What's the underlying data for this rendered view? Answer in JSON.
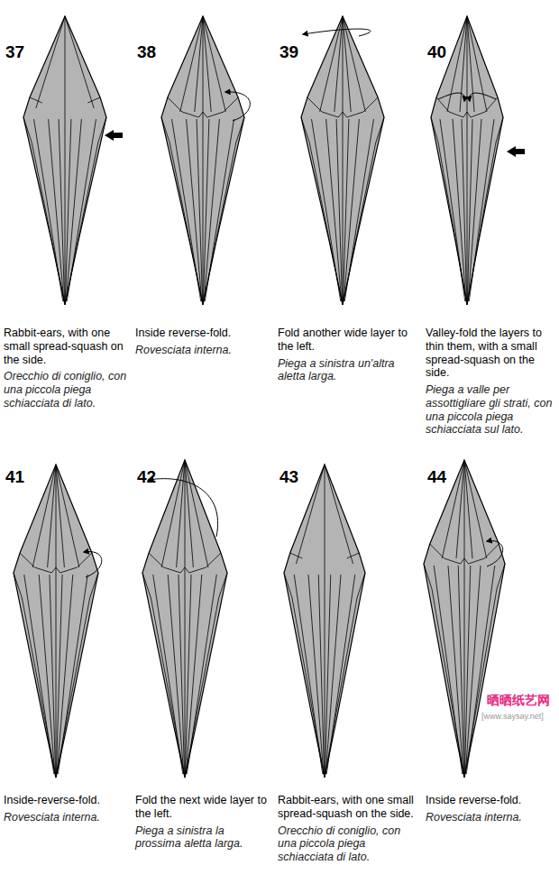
{
  "diagram": {
    "labels": [
      "37",
      "Rabbit-ears, with one small spread-squash on the side.",
      "Orecchio di coniglio, con una piccola piega schiacciata di lato.",
      "38",
      "Inside reverse-fold.",
      "Rovesciata interna.",
      "39",
      "Fold another wide layer to the left.",
      "Piega a sinistra un'altra aletta larga.",
      "40",
      "Valley-fold the layers to thin them, with a small spread-squash on the side.",
      "Piega a valle per assottigliare gli strati, con una piccola piega schiacciata sul lato.",
      "41",
      "Inside-reverse-fold.",
      "Rovesciata interna.",
      "42",
      "Fold the next wide layer to the left.",
      "Piega a sinistra la prossima aletta larga.",
      "43",
      "Rabbit-ears, with one small spread-squash on the side.",
      "Orecchio di coniglio, con una piccola piega schiacciata di lato.",
      "44",
      "Inside reverse-fold.",
      "Rovesciata interna.",
      "晒晒纸艺网",
      "[www.saysay.net]"
    ]
  }
}
